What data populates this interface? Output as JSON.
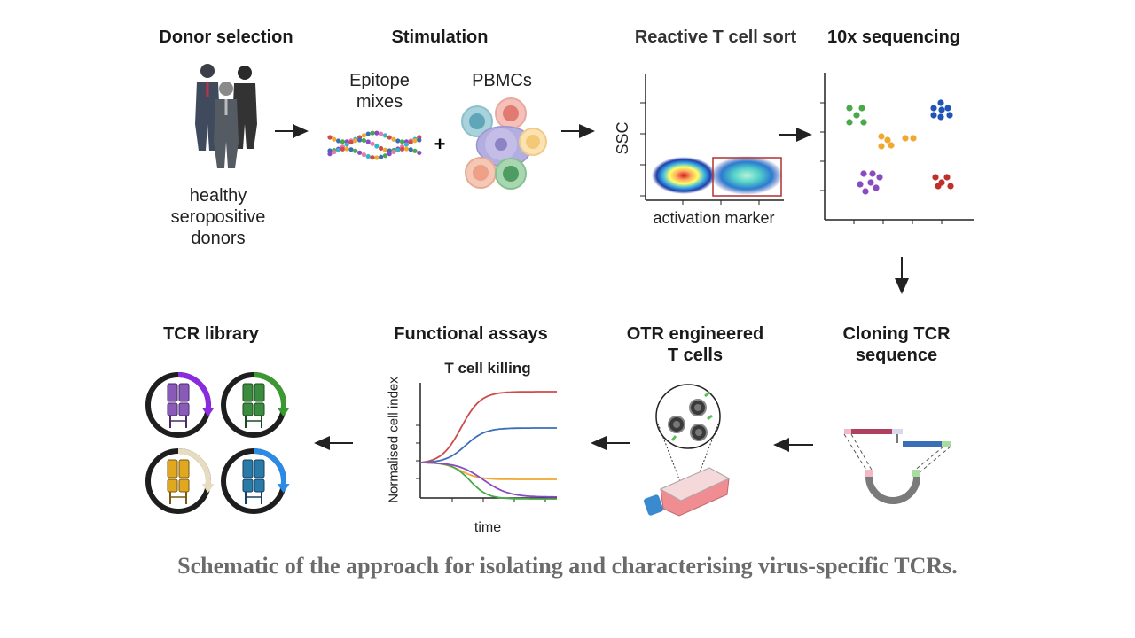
{
  "steps": {
    "donor_selection": "Donor selection",
    "stimulation": "Stimulation",
    "sort": "Reactive T cell sort",
    "sequencing": "10x sequencing",
    "cloning": "Cloning TCR\nsequence",
    "otr": "OTR engineered\nT cells",
    "functional": "Functional assays",
    "library": "TCR library"
  },
  "labels": {
    "donors": "healthy\nseropositive\ndonors",
    "epitope": "Epitope\nmixes",
    "pbmcs": "PBMCs",
    "plus": "+",
    "ssc": "SSC",
    "activation": "activation marker",
    "killing": "T cell killing",
    "norm_index": "Normalised cell index",
    "time": "time"
  },
  "caption": "Schematic of the approach for isolating and characterising virus-specific TCRs.",
  "colors": {
    "red": "#d04a4a",
    "blue": "#3a6fb8",
    "orange": "#f0a830",
    "green": "#4aa84a",
    "purple": "#8a4ac0",
    "dark": "#2a2a2a"
  },
  "icons": {
    "donors": "people-icon",
    "epitopes": "peptide-chain-icon",
    "pbmcs": "cells-icon",
    "sort": "flow-cytometry-plot-icon",
    "sequencing": "cluster-plot-icon",
    "cloning": "plasmid-icon",
    "otr": "flask-cells-icon",
    "library": "tcr-receptor-icon"
  }
}
